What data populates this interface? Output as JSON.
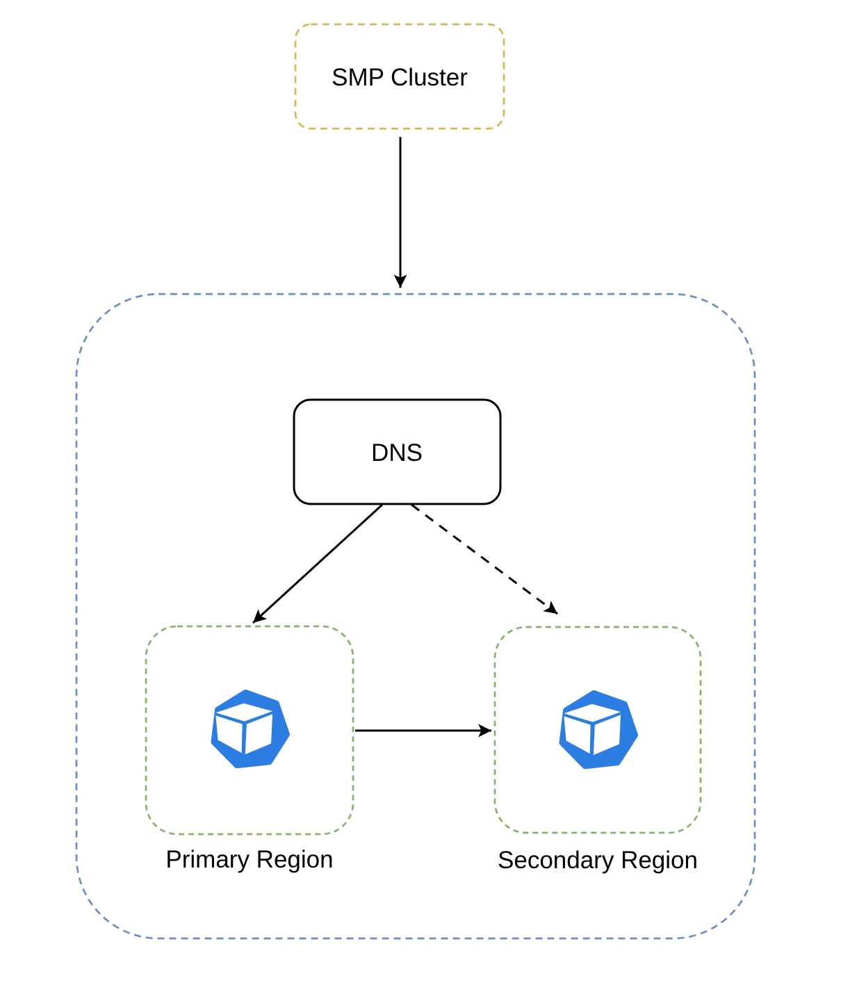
{
  "diagram": {
    "nodes": {
      "smp_cluster": {
        "label": "SMP Cluster"
      },
      "dns": {
        "label": "DNS"
      },
      "primary_region": {
        "label": "Primary Region"
      },
      "secondary_region": {
        "label": "Secondary Region"
      }
    },
    "edges": {
      "smp_to_container": {
        "style": "solid-arrow"
      },
      "dns_to_primary": {
        "style": "solid-arrow"
      },
      "dns_to_secondary": {
        "style": "dashed-arrow"
      },
      "primary_to_secondary": {
        "style": "solid-arrow"
      }
    },
    "icons": {
      "primary": {
        "name": "kubernetes-cluster-icon"
      },
      "secondary": {
        "name": "kubernetes-cluster-icon"
      }
    },
    "colors": {
      "smp_border": "#d6b656",
      "container_border": "#6c8ebf",
      "region_border": "#82b366",
      "dns_border": "#000000",
      "arrow": "#000000",
      "icon_blue": "#2b7de2",
      "background": "#ffffff"
    }
  }
}
